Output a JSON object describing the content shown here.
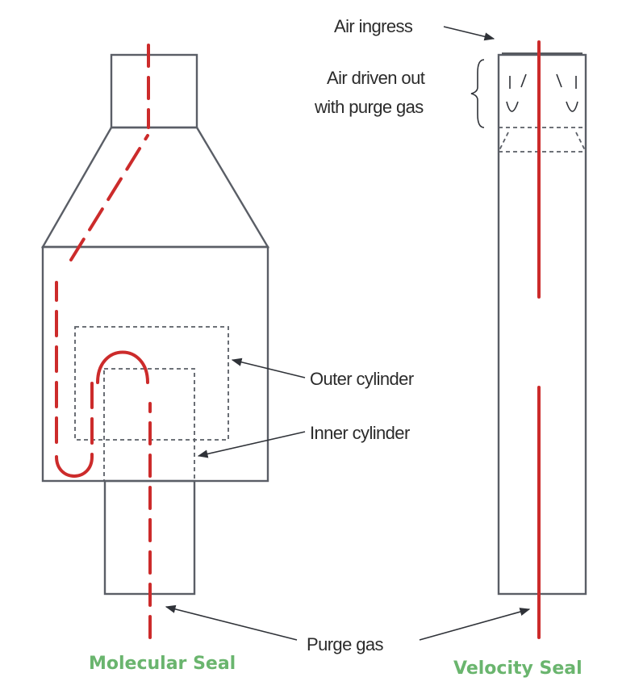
{
  "colors": {
    "outline": "#5a5e66",
    "flow": "#cc2b2b",
    "seal_label": "#6ab56e",
    "text": "#2b2b2b"
  },
  "labels": {
    "air_ingress": "Air ingress",
    "air_driven_line1": "Air driven out",
    "air_driven_line2": "with purge gas",
    "outer_cylinder": "Outer cylinder",
    "inner_cylinder": "Inner cylinder",
    "purge_gas": "Purge gas",
    "molecular_seal": "Molecular Seal",
    "velocity_seal": "Velocity Seal"
  }
}
